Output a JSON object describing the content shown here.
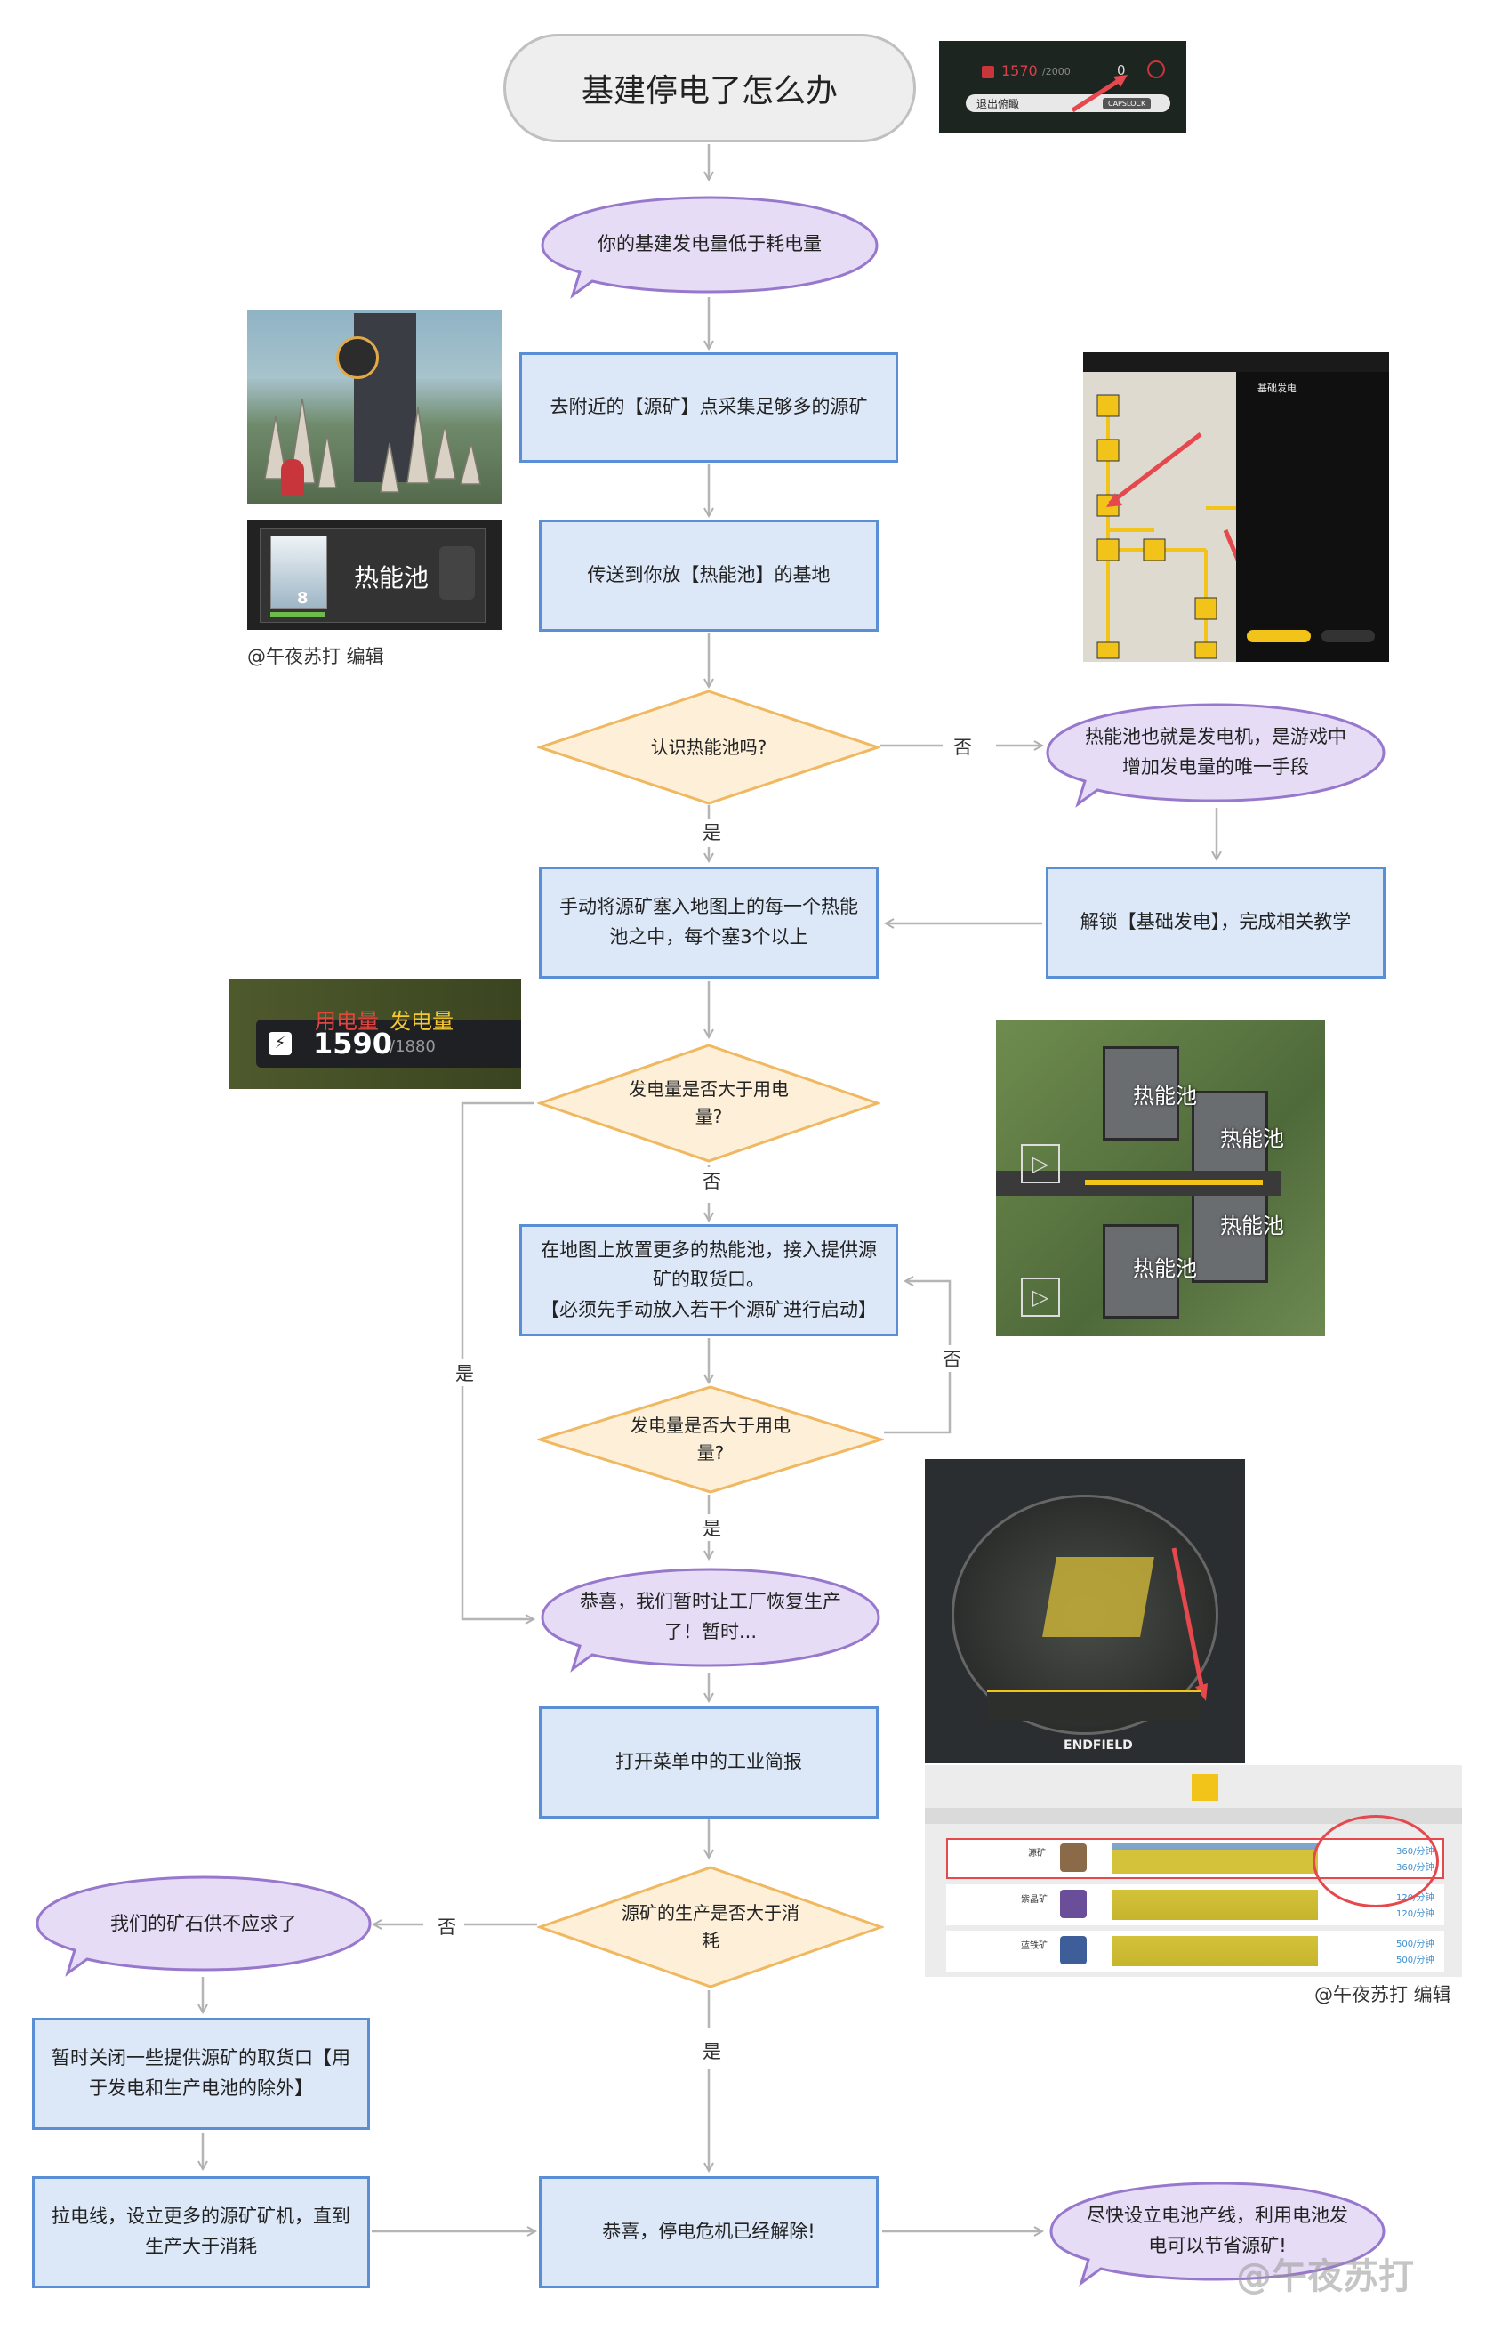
{
  "title": "基建停电了怎么办",
  "nodes": {
    "n1": "你的基建发电量低于耗电量",
    "n2": "去附近的【源矿】点采集足够多的源矿",
    "n3": "传送到你放【热能池】的基地",
    "d1": "认识热能池吗?",
    "n4": "热能池也就是发电机，是游戏中增加发电量的唯一手段",
    "n5": "解锁【基础发电】，完成相关教学",
    "n6": "手动将源矿塞入地图上的每一个热能池之中，每个塞3个以上",
    "d2": "发电量是否大于用电量?",
    "n7_line1": "在地图上放置更多的热能池，接入提供源矿的取货口。",
    "n7_line2": "【必须先手动放入若干个源矿进行启动】",
    "d3": "发电量是否大于用电量?",
    "n8": "恭喜，我们暂时让工厂恢复生产了！暂时...",
    "n9": "打开菜单中的工业简报",
    "d4": "源矿的生产是否大于消耗",
    "n10": "我们的矿石供不应求了",
    "n11": "暂时关闭一些提供源矿的取货口【用于发电和生产电池的除外】",
    "n12": "拉电线，设立更多的源矿矿机，直到生产大于消耗",
    "n13": "恭喜，停电危机已经解除!",
    "n14": "尽快设立电池产线，利用电池发电可以节省源矿!"
  },
  "labels": {
    "yes": "是",
    "no": "否"
  },
  "captions": {
    "author1": "@午夜苏打 编辑",
    "author2": "@午夜苏打 编辑",
    "watermark": "@午夜苏打"
  },
  "screenshots": {
    "top_right": {
      "value": "1570",
      "max": "/2000",
      "pct": "0",
      "btn1": "退出俯瞰",
      "btn2": "CAPSLOCK"
    },
    "thermal_card": {
      "label": "热能池",
      "count": "8"
    },
    "power_readout": {
      "used_label": "用电量",
      "gen_label": "发电量",
      "value": "1590",
      "max": "/1880"
    },
    "map_labels": [
      "热能池",
      "热能池",
      "热能池",
      "热能池"
    ],
    "tech_tree": {
      "header": "基础发电"
    },
    "radar": {
      "brand": "ENDFIELD"
    },
    "report": {
      "rows": [
        {
          "name": "源矿",
          "rate_a": "360/分钟",
          "rate_b": "360/分钟"
        },
        {
          "name": "紫晶矿",
          "rate_a": "120/分钟",
          "rate_b": "120/分钟"
        },
        {
          "name": "蓝铁矿",
          "rate_a": "500/分钟",
          "rate_b": "500/分钟"
        }
      ]
    }
  },
  "colors": {
    "rect_fill": "#dce8f8",
    "rect_border": "#5a8fd6",
    "bubble_fill": "#e6dcf6",
    "bubble_border": "#9878cc",
    "diamond_fill": "#fdefd8",
    "diamond_border": "#f0b860",
    "connector": "#b5b5b5"
  }
}
